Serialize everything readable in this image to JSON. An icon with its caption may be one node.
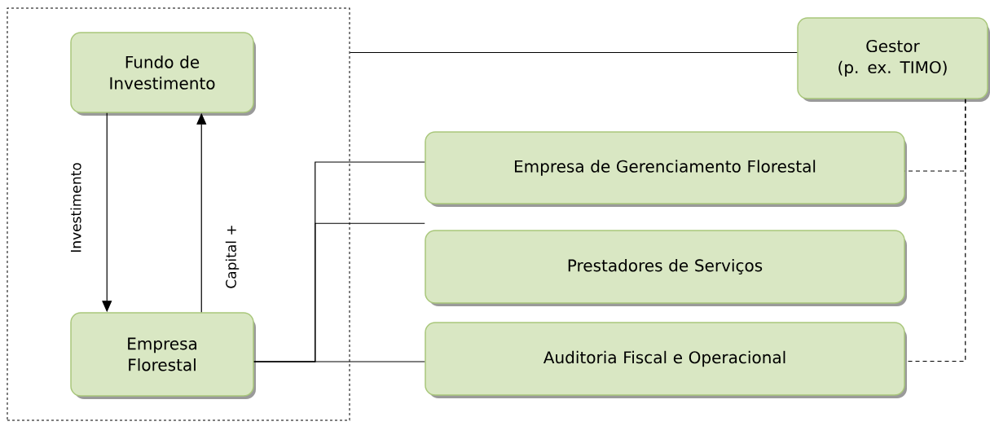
{
  "diagram": {
    "nodes": [
      {
        "text": [],
        "shape": "box"
      },
      {
        "text": [
          "Fundo de Investimento"
        ],
        "in": 0
      },
      {
        "text": [
          "Gestor",
          "(p. ex. TIMO)"
        ]
      },
      {
        "text": [
          "Empresa de Gerenciamento Florestal"
        ]
      },
      {
        "text": [
          "Prestadores de Serviços"
        ]
      },
      {
        "text": [
          "Empresa Florestal"
        ],
        "in": 0
      },
      {
        "text": [
          "Auditoria Fiscal e Operacional"
        ]
      }
    ],
    "edges": [
      {
        "from": 1,
        "to": 5,
        "arrow": "to",
        "label": "Investimento"
      },
      {
        "from": 5,
        "to": 1,
        "arrow": "to",
        "label": "Capital +"
      },
      {
        "from": 0,
        "to": 2,
        "arrow": "none"
      },
      {
        "from": 5,
        "to": 6,
        "arrow": "none"
      },
      {
        "from": 5,
        "to": 3,
        "arrow": "none"
      },
      {
        "from": 5,
        "to": 4,
        "arrow": "none"
      },
      {
        "from": 2,
        "to": 3,
        "arrow": "none",
        "style": "dashed"
      },
      {
        "from": 2,
        "to": 6,
        "arrow": "none",
        "style": "dashed"
      }
    ]
  }
}
